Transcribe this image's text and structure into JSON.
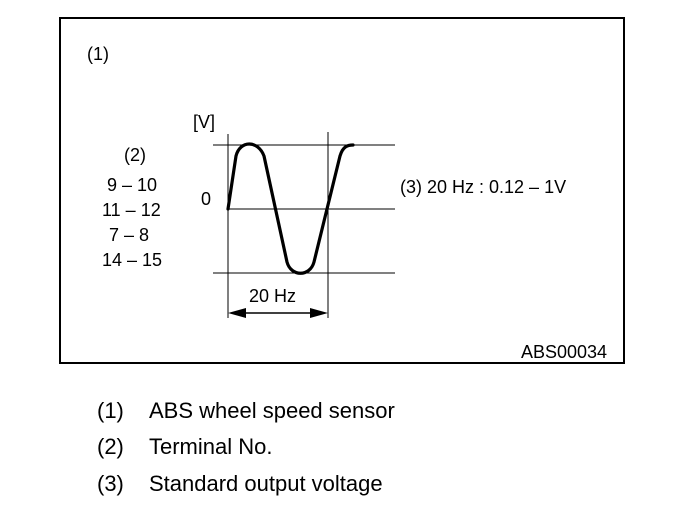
{
  "diagram": {
    "item_marker": "(1)",
    "axis_unit": "[V]",
    "terminal_label": "(2)",
    "terminals": [
      "9 – 10",
      "11 – 12",
      "7 – 8",
      "14 – 15"
    ],
    "zero_label": "0",
    "spec_label": "(3) 20 Hz : 0.12 – 1V",
    "period_label": "20 Hz",
    "figure_code": "ABS00034"
  },
  "legend": [
    {
      "number": "(1)",
      "text": "ABS wheel speed sensor"
    },
    {
      "number": "(2)",
      "text": "Terminal No."
    },
    {
      "number": "(3)",
      "text": "Standard output voltage"
    }
  ]
}
